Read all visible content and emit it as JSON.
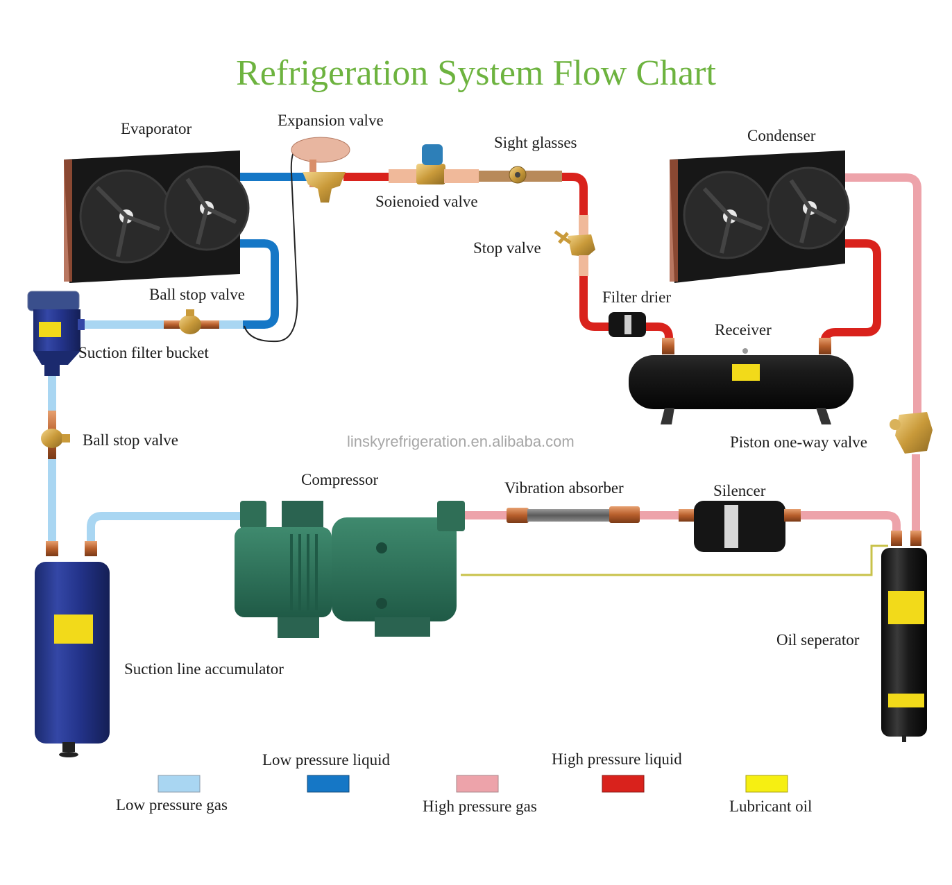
{
  "title": "Refrigeration System Flow Chart",
  "watermark": "linskyrefrigeration.en.alibaba.com",
  "colors": {
    "title": "#6db33f",
    "low_pressure_gas": "#a9d6f2",
    "low_pressure_liquid": "#1577c6",
    "high_pressure_gas": "#eda3aa",
    "high_pressure_liquid": "#d9221c",
    "lubricant_oil": "#f6ef12"
  },
  "components": {
    "evaporator": "Evaporator",
    "expansion_valve": "Expansion valve",
    "sight_glasses": "Sight glasses",
    "condenser": "Condenser",
    "solenoid_valve": "Soienoied valve",
    "stop_valve": "Stop valve",
    "ball_stop_valve_top": "Ball stop valve",
    "filter_drier": "Filter drier",
    "receiver": "Receiver",
    "suction_filter_bucket": "Suction filter bucket",
    "ball_stop_valve_left": "Ball stop valve",
    "piston_one_way_valve": "Piston one-way valve",
    "compressor": "Compressor",
    "vibration_absorber": "Vibration absorber",
    "silencer": "Silencer",
    "oil_separator": "Oil seperator",
    "suction_line_accumulator": "Suction line accumulator"
  },
  "legend": [
    {
      "label": "Low pressure gas",
      "color_key": "low_pressure_gas"
    },
    {
      "label": "Low pressure liquid",
      "color_key": "low_pressure_liquid"
    },
    {
      "label": "High pressure gas",
      "color_key": "high_pressure_gas"
    },
    {
      "label": "High pressure liquid",
      "color_key": "high_pressure_liquid"
    },
    {
      "label": "Lubricant oil",
      "color_key": "lubricant_oil"
    }
  ]
}
